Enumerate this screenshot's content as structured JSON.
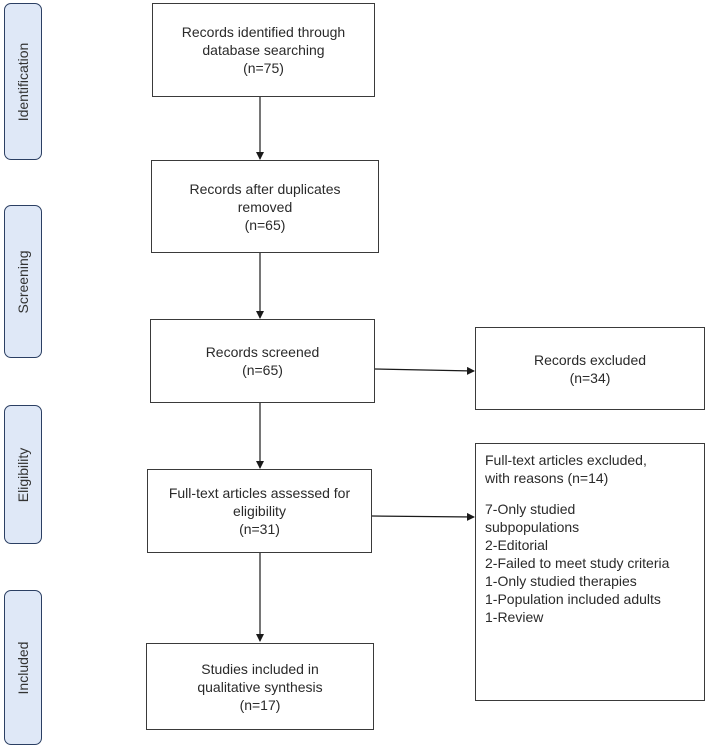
{
  "stages": [
    {
      "label": "Identification"
    },
    {
      "label": "Screening"
    },
    {
      "label": "Eligibility"
    },
    {
      "label": "Included"
    }
  ],
  "boxes": {
    "identified": {
      "lines": [
        "Records identified through",
        "database searching",
        "(n=75)"
      ]
    },
    "deduplicated": {
      "lines": [
        "Records after duplicates",
        "removed",
        "(n=65)"
      ]
    },
    "screened": {
      "lines": [
        "Records screened",
        "(n=65)"
      ]
    },
    "excluded": {
      "lines": [
        "Records excluded",
        "(n=34)"
      ]
    },
    "fulltext": {
      "lines": [
        "Full-text articles assessed for",
        "eligibility",
        "(n=31)"
      ]
    },
    "included": {
      "lines": [
        "Studies included in",
        "qualitative synthesis",
        "(n=17)"
      ]
    }
  },
  "fulltext_excluded": {
    "header": [
      "Full-text articles excluded,",
      "with reasons (n=14)"
    ],
    "reasons": [
      "7-Only studied",
      "subpopulations",
      "2-Editorial",
      "2-Failed to meet study criteria",
      "1-Only studied therapies",
      "1-Population included adults",
      "1-Review"
    ]
  }
}
